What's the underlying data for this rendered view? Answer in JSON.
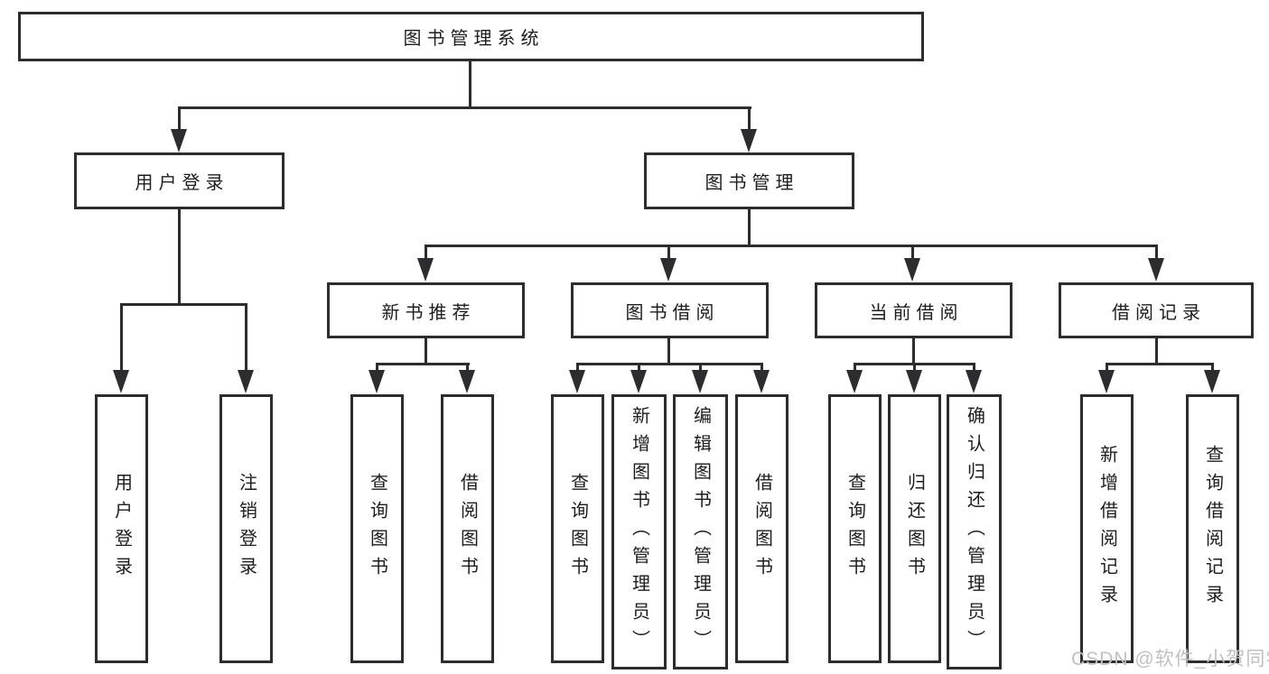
{
  "tree": {
    "root": {
      "label": "图书管理系统"
    },
    "branches": [
      {
        "label": "用户登录",
        "children": [
          {
            "label": "用户登录"
          },
          {
            "label": "注销登录"
          }
        ]
      },
      {
        "label": "图书管理",
        "children": [
          {
            "label": "新书推荐",
            "children": [
              {
                "label": "查询图书"
              },
              {
                "label": "借阅图书"
              }
            ]
          },
          {
            "label": "图书借阅",
            "children": [
              {
                "label": "查询图书"
              },
              {
                "label": "新增图书（管理员）"
              },
              {
                "label": "编辑图书（管理员）"
              },
              {
                "label": "借阅图书"
              }
            ]
          },
          {
            "label": "当前借阅",
            "children": [
              {
                "label": "查询图书"
              },
              {
                "label": "归还图书"
              },
              {
                "label": "确认归还（管理员）"
              }
            ]
          },
          {
            "label": "借阅记录",
            "children": [
              {
                "label": "新增借阅记录"
              },
              {
                "label": "查询借阅记录"
              }
            ]
          }
        ]
      }
    ]
  },
  "watermark": {
    "text": "CSDN @软件_小贺同学"
  },
  "style": {
    "line_color": "#2d2d2f",
    "text_color": "#1d1d1f",
    "watermark_color": "#c0c0c0",
    "background": "#ffffff"
  }
}
